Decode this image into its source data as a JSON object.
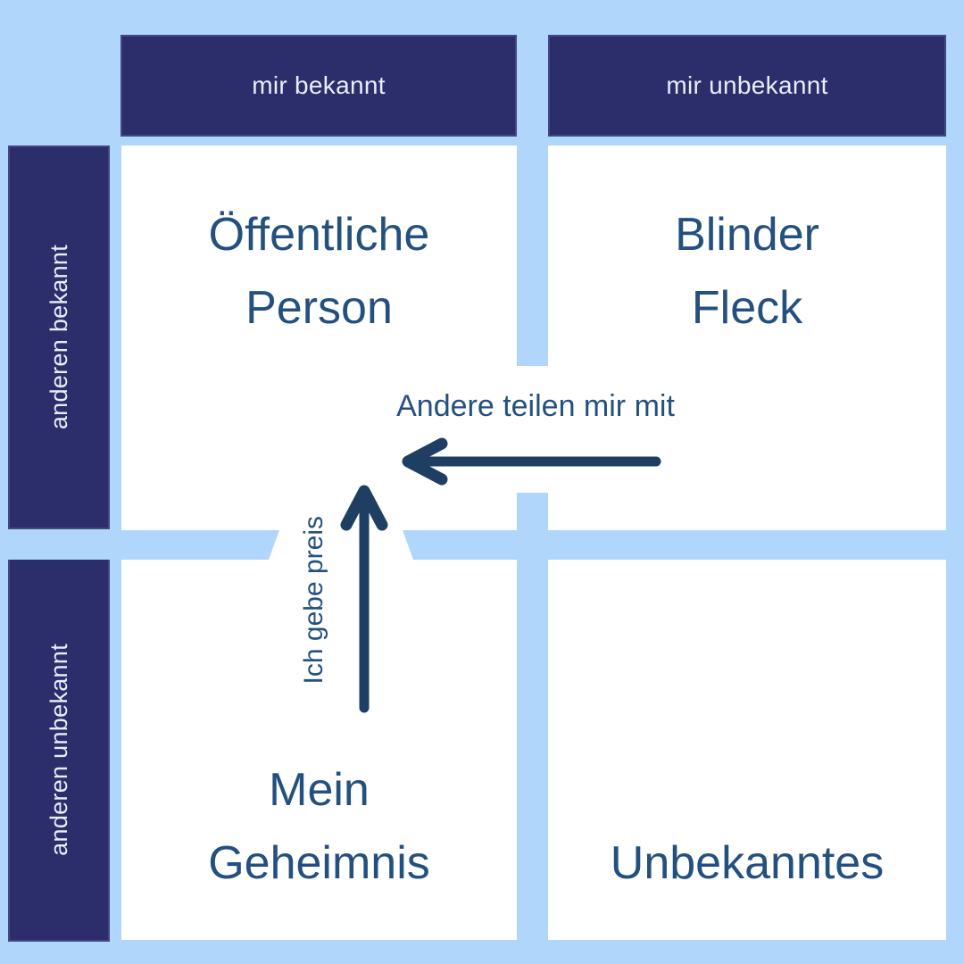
{
  "colors": {
    "background": "#b0d6fb",
    "navy": "#2b2e6b",
    "header_text": "#e9edf7",
    "label_text": "#24507f",
    "arrow": "#1e3f63",
    "quadrant_bg": "#ffffff"
  },
  "headers": {
    "top_left": "mir bekannt",
    "top_right": "mir unbekannt"
  },
  "side_labels": {
    "top": "anderen bekannt",
    "bottom": "anderen unbekannt"
  },
  "quadrants": {
    "open": {
      "lines": [
        "Öffentliche",
        "Person"
      ]
    },
    "blind": {
      "lines": [
        "Blinder",
        "Fleck"
      ]
    },
    "hidden": {
      "lines": [
        "Mein",
        "Geheimnis"
      ]
    },
    "unknown": {
      "lines": [
        "Unbekanntes"
      ]
    }
  },
  "arrows": {
    "horizontal_label": "Andere teilen mir mit",
    "vertical_label": "Ich gebe preis"
  }
}
